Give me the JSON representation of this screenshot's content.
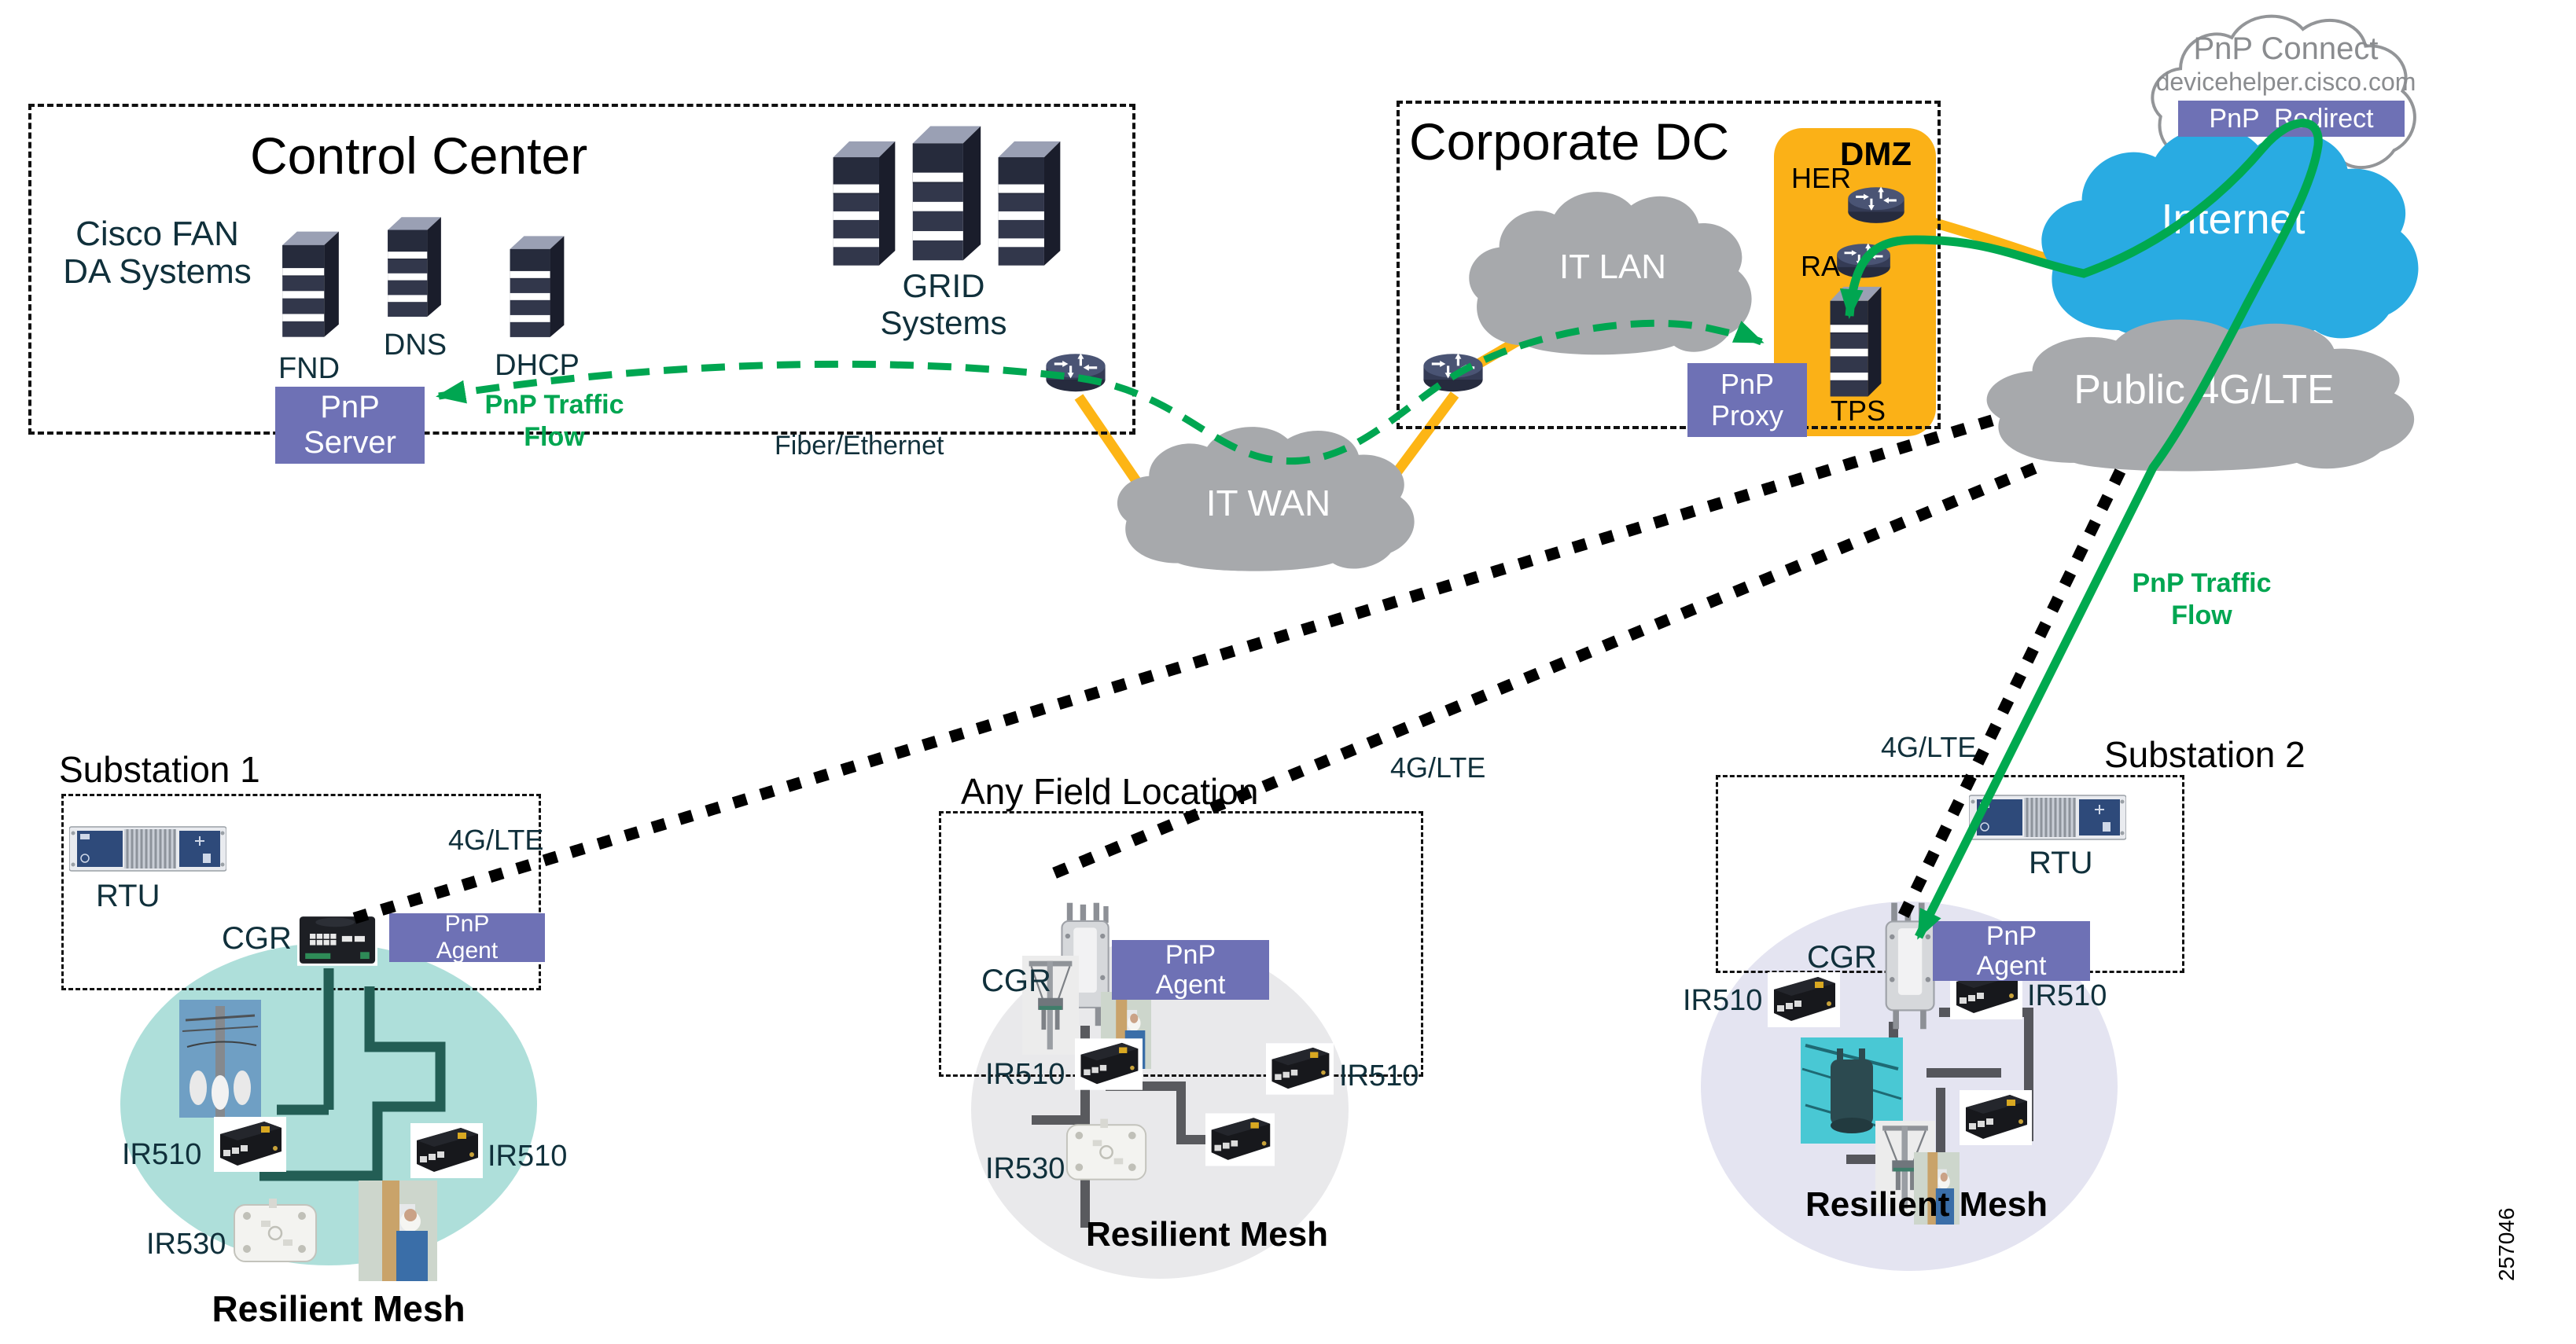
{
  "colors": {
    "accent_purple": "#6E71B5",
    "dmz_orange": "#FBB117",
    "link_yellow": "#FDB515",
    "pnp_green": "#00A651",
    "internet_blue": "#29ABE2",
    "cloud_gray": "#A7A9AC",
    "mesh_teal_fill": "#AEDFDA",
    "mesh_teal_line": "#235E55",
    "mesh_gray_fill": "#E9E9EB",
    "mesh_lavender_fill": "#E4E4F1",
    "mesh_gray_line": "#595A5E",
    "label_dark": "#10303B"
  },
  "pnp_connect": {
    "title": "PnP Connect",
    "domain": "devicehelper.cisco.com",
    "redirect_label": "PnP  Redirect"
  },
  "clouds": {
    "internet": "Internet",
    "public_lte": "Public 4G/LTE",
    "it_wan": "IT WAN",
    "it_lan": "IT LAN"
  },
  "control_center": {
    "title": "Control Center",
    "da_line1": "Cisco FAN",
    "da_line2": "DA Systems",
    "server1": "FND",
    "server2": "DNS",
    "server3": "DHCP",
    "grid_line1": "GRID",
    "grid_line2": "Systems",
    "pnp_server_line1": "PnP",
    "pnp_server_line2": "Server"
  },
  "links": {
    "fiber": "Fiber/Ethernet",
    "pnp_traffic_line1": "PnP Traffic",
    "pnp_traffic_line2": "Flow"
  },
  "corporate_dc": {
    "title": "Corporate DC",
    "dmz": "DMZ",
    "her": "HER",
    "ra": "RA",
    "tps": "TPS",
    "pnp_proxy_line1": "PnP",
    "pnp_proxy_line2": "Proxy"
  },
  "substation1": {
    "title": "Substation 1",
    "rtu": "RTU",
    "lte": "4G/LTE",
    "cgr": "CGR",
    "agent_line1": "PnP",
    "agent_line2": "Agent",
    "ir510_left": "IR510",
    "ir510_right": "IR510",
    "ir530": "IR530",
    "mesh": "Resilient Mesh"
  },
  "any_field": {
    "title": "Any Field Location",
    "lte": "4G/LTE",
    "cgr": "CGR",
    "agent_line1": "PnP",
    "agent_line2": "Agent",
    "ir510_left": "IR510",
    "ir510_right": "IR510",
    "ir530": "IR530",
    "mesh": "Resilient Mesh"
  },
  "substation2": {
    "title": "Substation 2",
    "rtu": "RTU",
    "lte": "4G/LTE",
    "cgr": "CGR",
    "agent_line1": "PnP",
    "agent_line2": "Agent",
    "ir510_left": "IR510",
    "ir510_right": "IR510",
    "mesh": "Resilient Mesh"
  },
  "figure_number": "257046"
}
